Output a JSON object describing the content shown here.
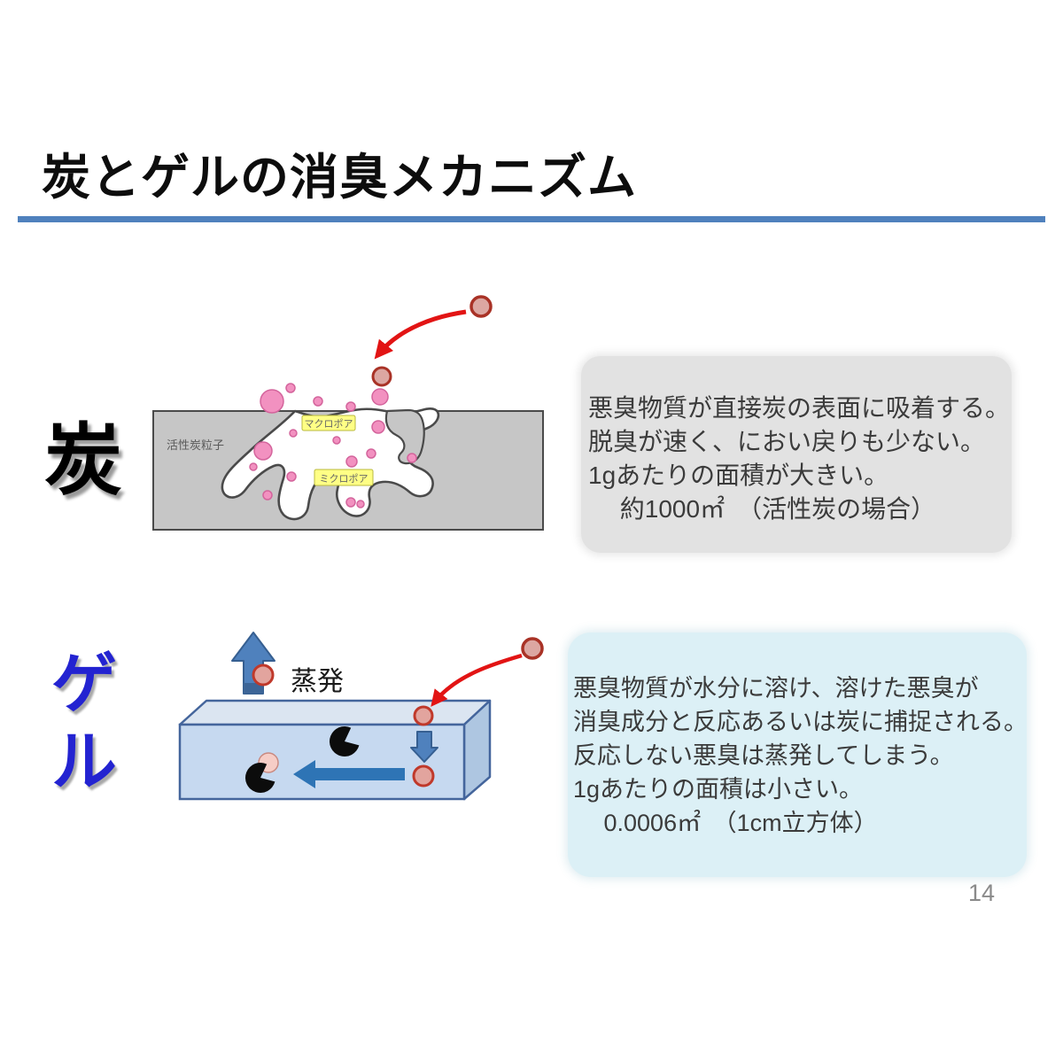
{
  "slide": {
    "title": "炭とゲルの消臭メカニズム",
    "page_number": "14"
  },
  "colors": {
    "accent_rule_blue": "#4f81bd",
    "gel_label_blue": "#2323d1",
    "charcoal_box_gray": "#e2e2e2",
    "gel_box_blue": "#dcf0f6",
    "arrow_red": "#e21414",
    "odor_particle_pink": "#f291c0",
    "molecule_salmon": "#dca7a2",
    "gel_block_blue": "#c6d9f0",
    "fat_arrow_blue": "#4f81bd"
  },
  "charcoal_section": {
    "label": "炭",
    "diagram": {
      "particle_label": "活性炭粒子",
      "macropore_label": "マクロポア",
      "micropore_label": "ミクロポア"
    },
    "description": [
      "悪臭物質が直接炭の表面に吸着する。",
      "脱臭が速く、におい戻りも少ない。",
      "1gあたりの面積が大きい。",
      "　 約1000㎡　（活性炭の場合）"
    ]
  },
  "gel_section": {
    "label_line1": "ゲ",
    "label_line2": "ル",
    "diagram": {
      "evaporation_label": "蒸発"
    },
    "description": [
      "悪臭物質が水分に溶け、溶けた悪臭が",
      "消臭成分と反応あるいは炭に捕捉される。",
      "反応しない悪臭は蒸発してしまう。",
      "1gあたりの面積は小さい。",
      "　 0.0006㎡　（1cm立方体）"
    ]
  }
}
